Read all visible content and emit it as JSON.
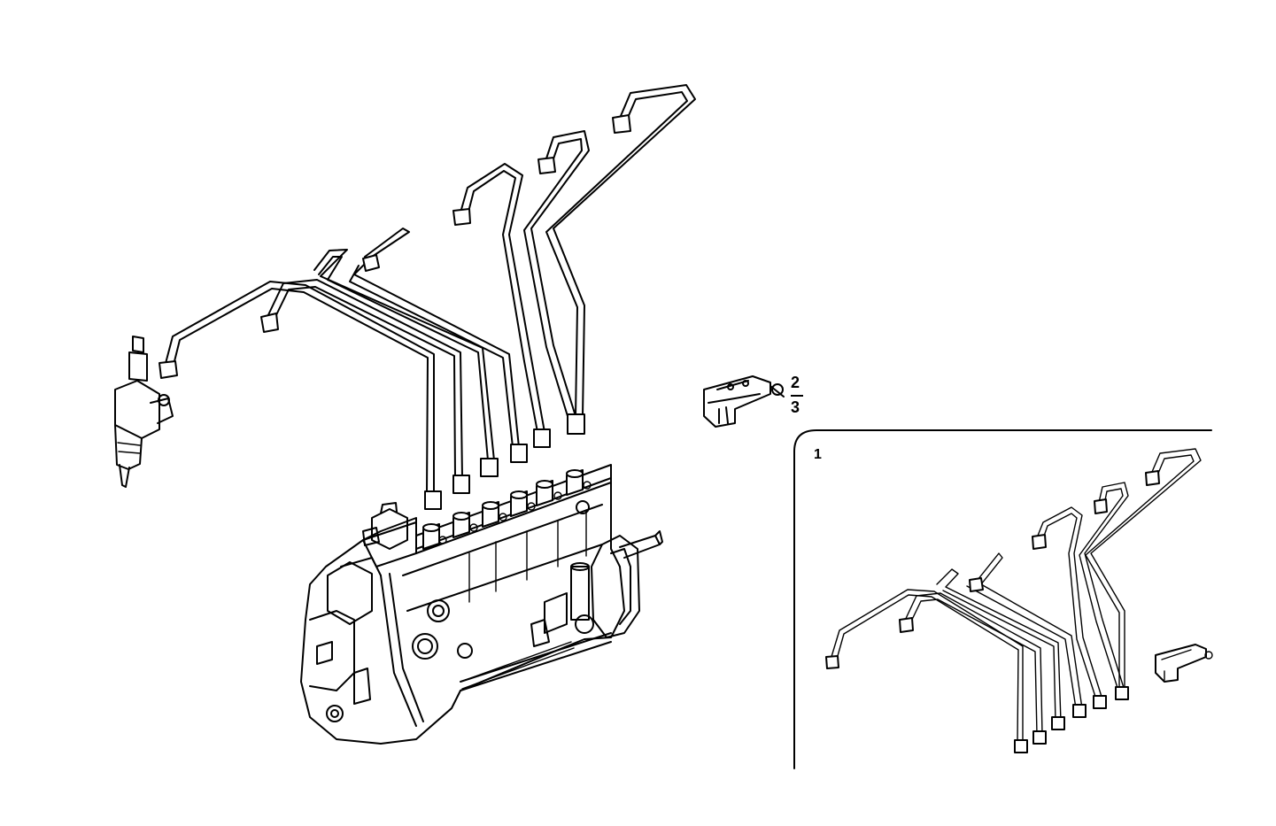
{
  "callouts": {
    "bracket_num_a": "2",
    "bracket_num_b": "3",
    "kit_num": "1"
  },
  "icons": [
    "injection-pump",
    "injector-nozzle",
    "injection-pipes",
    "clamp-bracket",
    "pipe-kit-frame"
  ],
  "colors": {
    "line": "#000000",
    "background": "#ffffff"
  }
}
